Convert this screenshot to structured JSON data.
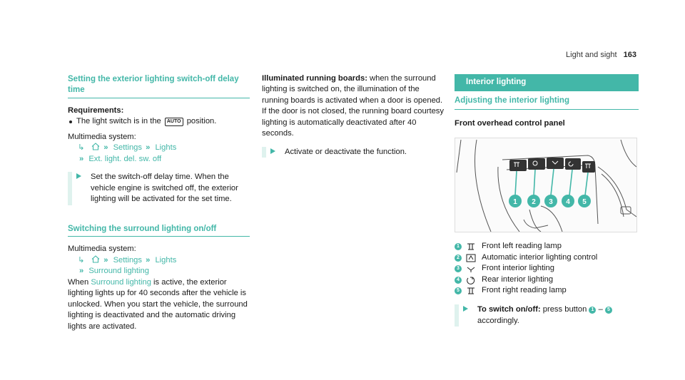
{
  "header": {
    "section": "Light and sight",
    "page": "163"
  },
  "col1": {
    "sec1_title": "Setting the exterior lighting switch-off delay time",
    "req_label": "Requirements:",
    "req_pre": "The light switch is in the",
    "req_icon": "AUTO",
    "req_post": "position.",
    "ms_label": "Multimedia system:",
    "path1": [
      "Settings",
      "Lights",
      "Ext. light. del. sw. off"
    ],
    "step1": "Set the switch-off delay time. When the vehicle engine is switched off, the exterior lighting will be activated for the set time.",
    "sec2_title": "Switching the surround lighting on/off",
    "ms_label2": "Multimedia system:",
    "path2": [
      "Settings",
      "Lights",
      "Surround lighting"
    ],
    "body_pre": "When",
    "body_link": "Surround lighting",
    "body_post": "is active, the exterior lighting lights up for 40 seconds after the vehicle is unlocked. When you start the vehicle, the surround lighting is deactivated and the automatic driving lights are activated."
  },
  "col2": {
    "bold_lead": "Illuminated running boards:",
    "body": "when the surround lighting is switched on, the illumination of the running boards is activated when a door is opened. If the door is not closed, the running board courtesy lighting is automatically deactivated after 40 seconds.",
    "step": "Activate or deactivate the function."
  },
  "col3": {
    "bar_title": "Interior lighting",
    "sub_title": "Adjusting the interior lighting",
    "panel_title": "Front overhead control panel",
    "legend": [
      {
        "num": "1",
        "icon": "reading-lamp-icon",
        "text": "Front left reading lamp"
      },
      {
        "num": "2",
        "icon": "auto-interior-icon",
        "text": "Automatic interior lighting control"
      },
      {
        "num": "3",
        "icon": "front-interior-icon",
        "text": "Front interior lighting"
      },
      {
        "num": "4",
        "icon": "rear-interior-icon",
        "text": "Rear interior lighting"
      },
      {
        "num": "5",
        "icon": "reading-lamp-icon",
        "text": "Front right reading lamp"
      }
    ],
    "step_bold": "To switch on/off:",
    "step_pre": "press button",
    "step_n1": "1",
    "step_dash": "–",
    "step_n5": "5",
    "step_post": "accordingly.",
    "callouts": [
      "1",
      "2",
      "3",
      "4",
      "5"
    ]
  },
  "colors": {
    "accent": "#43b7a8",
    "step_bar": "#dff2ee"
  }
}
